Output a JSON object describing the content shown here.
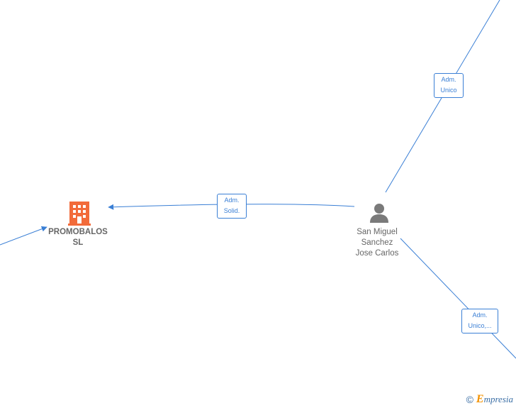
{
  "nodes": {
    "company": {
      "label_line1": "PROMOBALOS",
      "label_line2": "SL",
      "icon": "building-icon",
      "color": "#f26b3a"
    },
    "person": {
      "label_line1": "San Miguel",
      "label_line2": "Sanchez",
      "label_line3": "Jose Carlos",
      "icon": "person-icon",
      "color": "#7a7a7a"
    }
  },
  "edges": {
    "person_to_company": {
      "line1": "Adm.",
      "line2": "Solid."
    },
    "top_right": {
      "line1": "Adm.",
      "line2": "Unico"
    },
    "bottom_right": {
      "line1": "Adm.",
      "line2": "Unico,..."
    }
  },
  "colors": {
    "edge": "#3a7fd5"
  },
  "watermark": {
    "copyright": "©",
    "brand_first": "E",
    "brand_rest": "mpresia"
  }
}
